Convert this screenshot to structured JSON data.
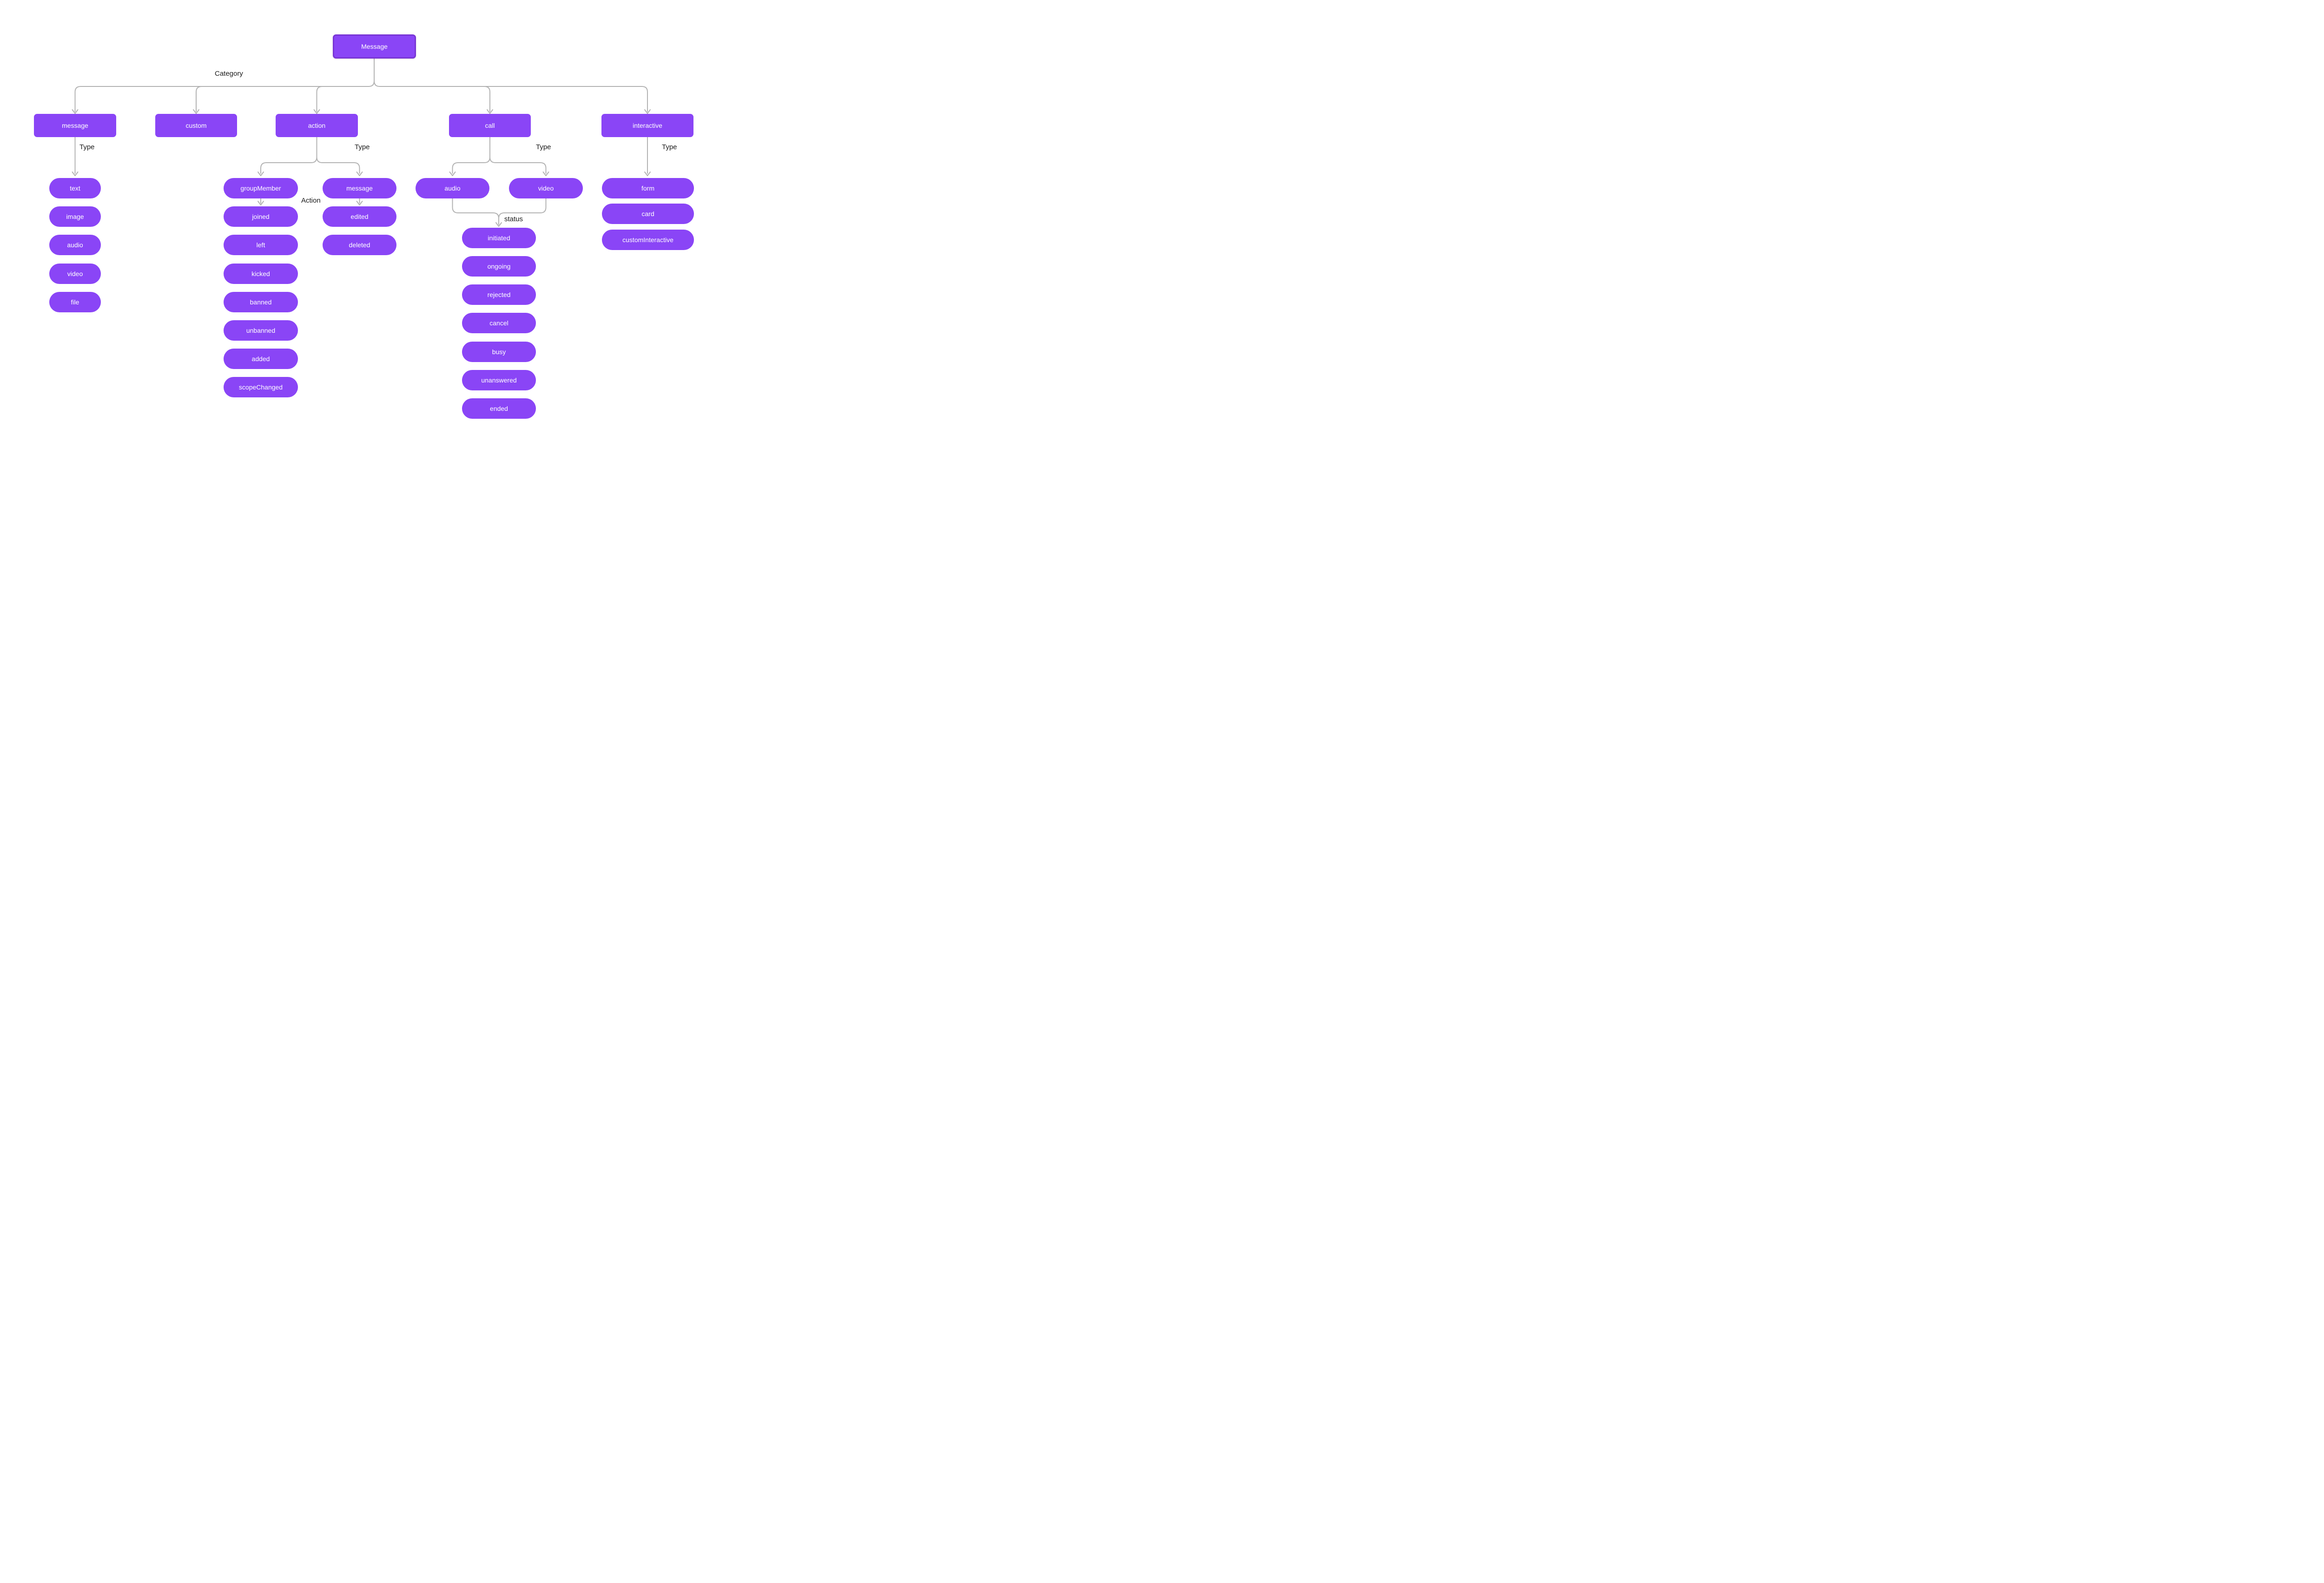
{
  "labels": {
    "category": "Category",
    "type": "Type",
    "action": "Action",
    "status": "status"
  },
  "nodes": {
    "root": "Message",
    "categories": [
      "message",
      "custom",
      "action",
      "call",
      "interactive"
    ],
    "message_types": [
      "text",
      "image",
      "audio",
      "video",
      "file"
    ],
    "action_types": [
      "groupMember",
      "message"
    ],
    "group_member_actions": [
      "joined",
      "left",
      "kicked",
      "banned",
      "unbanned",
      "added",
      "scopeChanged"
    ],
    "message_actions": [
      "edited",
      "deleted"
    ],
    "call_types": [
      "audio",
      "video"
    ],
    "call_statuses": [
      "initiated",
      "ongoing",
      "rejected",
      "cancel",
      "busy",
      "unanswered",
      "ended"
    ],
    "interactive_types": [
      "form",
      "card",
      "customInteractive"
    ]
  },
  "colors": {
    "node_fill": "#8a45f6",
    "root_border": "#7936d6",
    "edge": "#b3b3b3",
    "node_text": "#ffffff",
    "label_text": "#1a1a1a",
    "background": "#ffffff"
  }
}
